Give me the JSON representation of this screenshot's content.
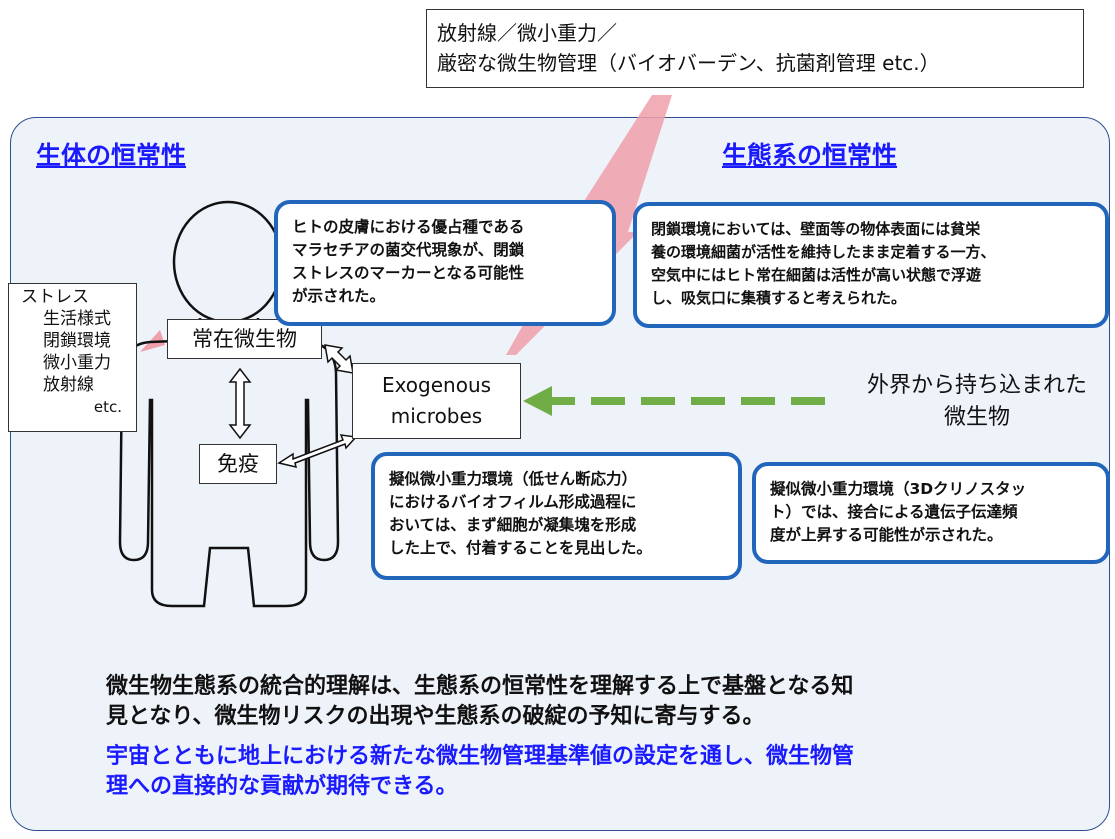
{
  "top_note": {
    "line1": "放射線／微小重力／",
    "line2": "厳密な微生物管理（バイオバーデン、抗菌剤管理 etc.）"
  },
  "headings": {
    "left": "生体の恒常性",
    "right": "生態系の恒常性"
  },
  "stress_box": {
    "title": "ストレス",
    "items": [
      "生活様式",
      "閉鎖環境",
      "微小重力",
      "放射線"
    ],
    "etc": "etc."
  },
  "labels": {
    "resident_microbes": "常在微生物",
    "immunity": "免疫",
    "exogenous_line1": "Exogenous",
    "exogenous_line2": "microbes",
    "external_line1": "外界から持ち込まれた",
    "external_line2": "微生物"
  },
  "bubbles": {
    "skin": [
      "ヒトの皮膚における優占種である",
      "マラセチアの菌交代現象が、閉鎖",
      "ストレスのマーカーとなる可能性",
      "が示された。"
    ],
    "closed_env": [
      "閉鎖環境においては、壁面等の物体表面には貧栄",
      "養の環境細菌が活性を維持したまま定着する一方、",
      "空気中にはヒト常在細菌は活性が高い状態で浮遊",
      "し、吸気口に集積すると考えられた。"
    ],
    "biofilm": [
      "擬似微小重力環境（低せん断応力）",
      "におけるバイオフィルム形成過程に",
      "おいては、まず細胞が凝集塊を形成",
      "した上で、付着することを見出した。"
    ],
    "clinostat": [
      "擬似微小重力環境（3Dクリノスタッ",
      "ト）では、接合による遺伝子伝達頻",
      "度が上昇する可能性が示された。"
    ]
  },
  "conclusion": {
    "line1": "微生物生態系の統合的理解は、生態系の恒常性を理解する上で基盤となる知",
    "line2": "見となり、微生物リスクの出現や生態系の破綻の予知に寄与する。"
  },
  "expectation": {
    "line1": "宇宙とともに地上における新たな微生物管理基準値の設定を通し、微生物管",
    "line2": "理への直接的な貢献が期待できる。"
  },
  "colors": {
    "panel_bg": "#eef2f9",
    "panel_border": "#2f4f8f",
    "heading": "#1a1aff",
    "bubble_border": "#2266bb",
    "accent_pink": "#f0a0aa",
    "arrow_green": "#70ad47",
    "expectation_text": "#1a1aff"
  }
}
